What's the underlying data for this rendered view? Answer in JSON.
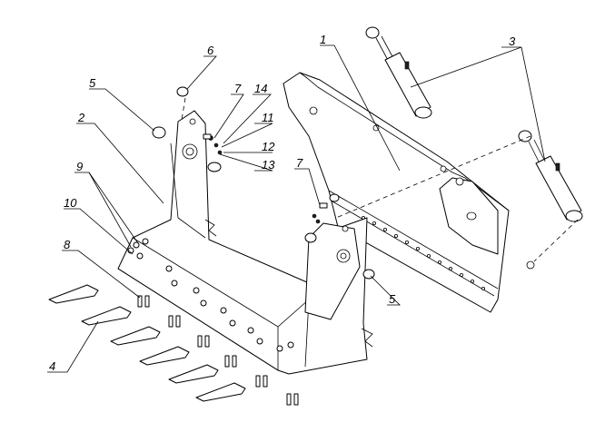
{
  "callouts": {
    "c1": "1",
    "c2": "2",
    "c3": "3",
    "c4": "4",
    "c5a": "5",
    "c5b": "5",
    "c6": "6",
    "c7a": "7",
    "c7b": "7",
    "c8": "8",
    "c9": "9",
    "c10": "10",
    "c11": "11",
    "c12": "12",
    "c13": "13",
    "c14": "14"
  }
}
